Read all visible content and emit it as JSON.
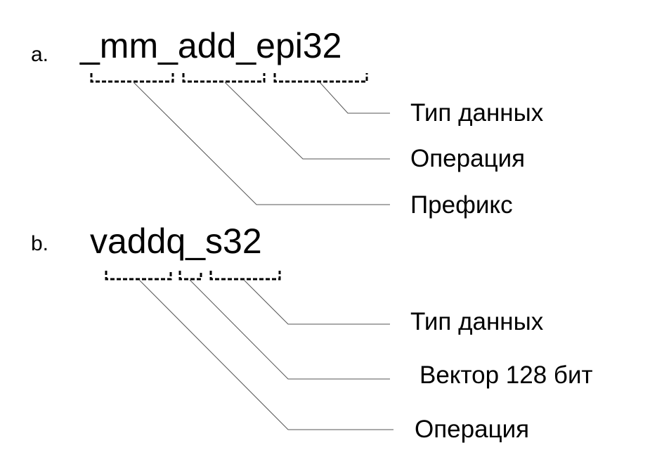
{
  "diagram": {
    "a": {
      "letter": "a.",
      "name": "_mm_add_epi32",
      "labels": [
        "Тип данных",
        "Операция",
        "Префикс"
      ]
    },
    "b": {
      "letter": "b.",
      "name": "vaddq_s32",
      "labels": [
        "Тип данных",
        "Вектор 128 бит",
        "Операция"
      ]
    }
  }
}
